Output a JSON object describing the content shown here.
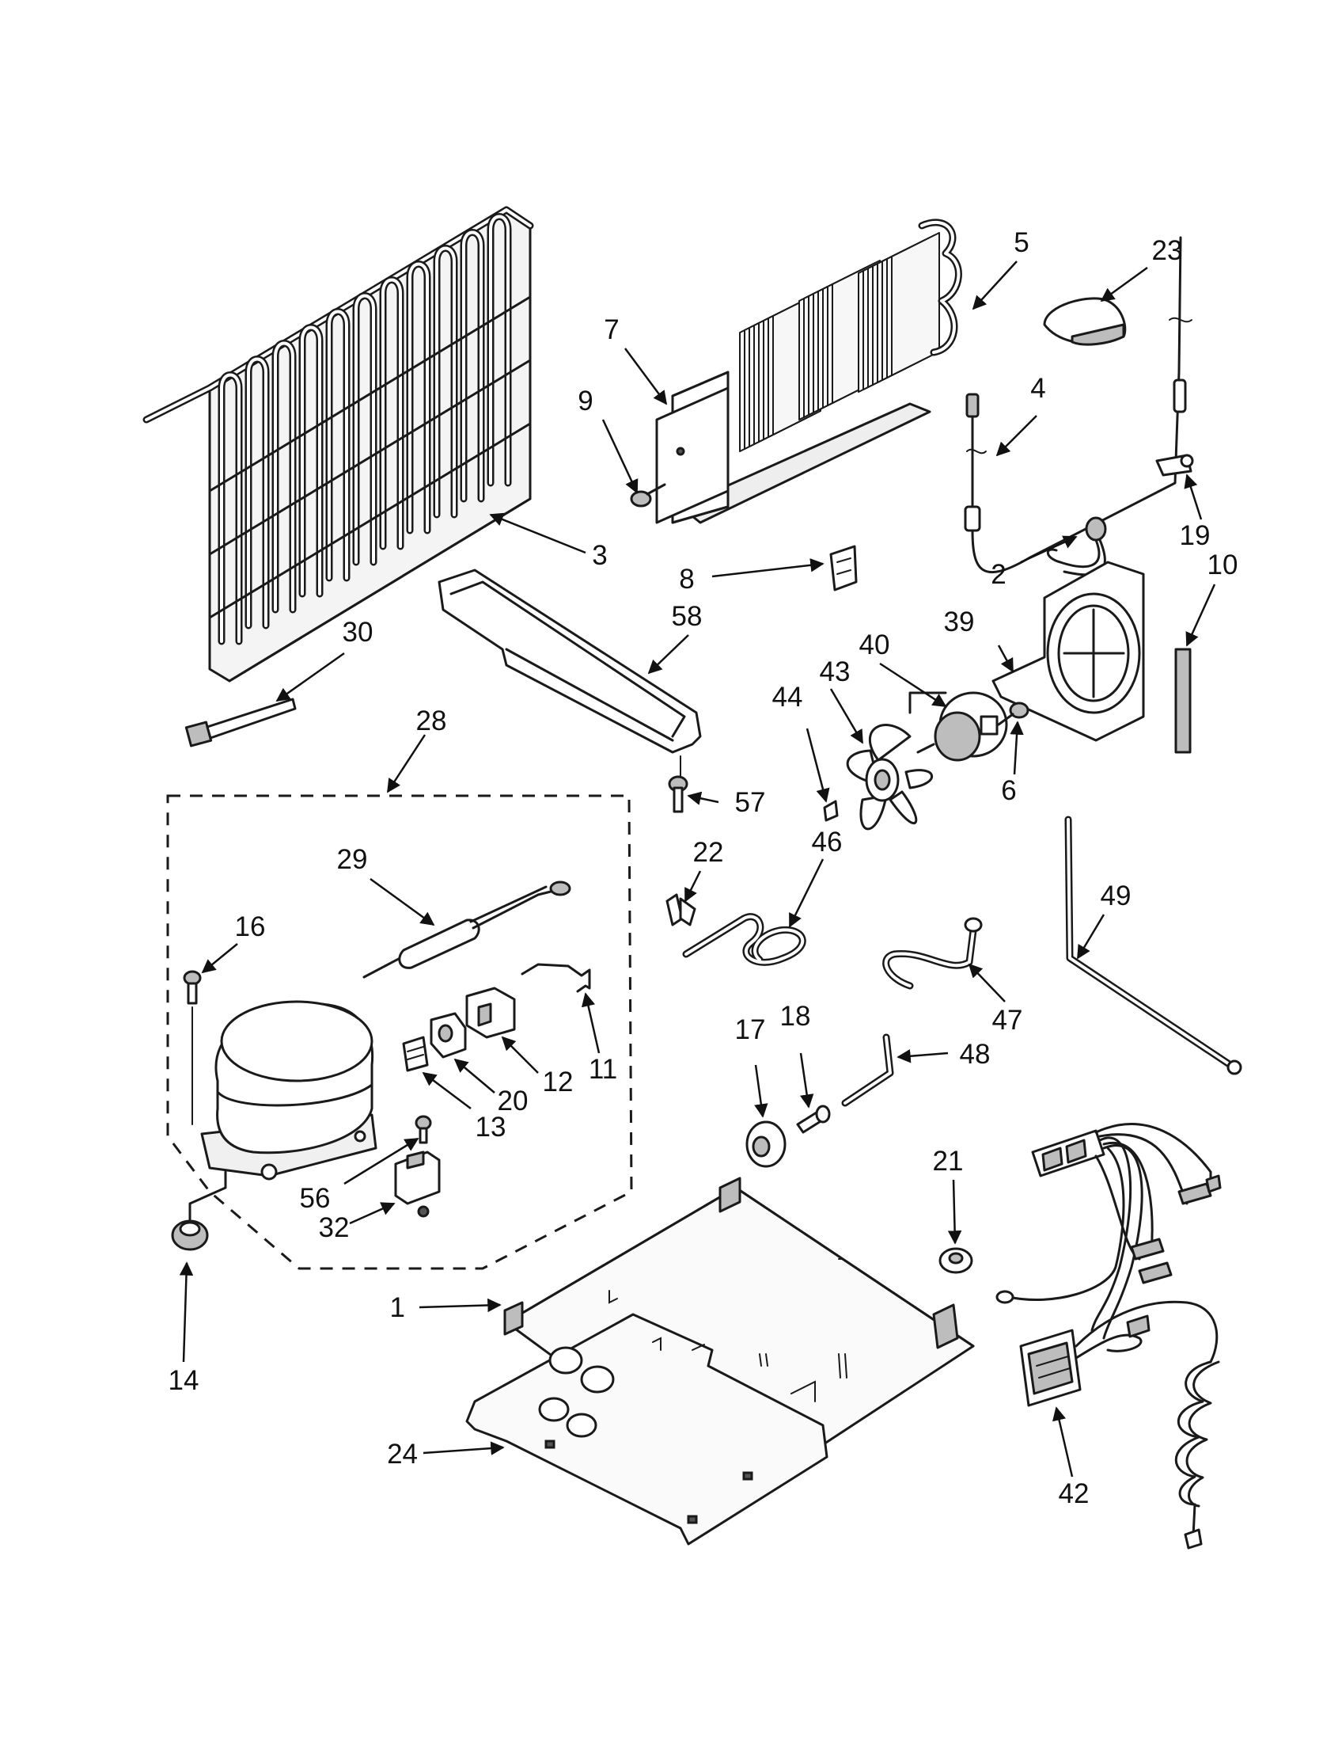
{
  "diagram": {
    "callouts": {
      "c1": "1",
      "c2": "2",
      "c3": "3",
      "c4": "4",
      "c5": "5",
      "c6": "6",
      "c7": "7",
      "c8": "8",
      "c9": "9",
      "c10": "10",
      "c11": "11",
      "c12": "12",
      "c13": "13",
      "c14": "14",
      "c16": "16",
      "c17": "17",
      "c18": "18",
      "c19": "19",
      "c20": "20",
      "c21": "21",
      "c22": "22",
      "c23": "23",
      "c24": "24",
      "c28": "28",
      "c29": "29",
      "c30": "30",
      "c32": "32",
      "c39": "39",
      "c40": "40",
      "c42": "42",
      "c43": "43",
      "c44": "44",
      "c46": "46",
      "c47": "47",
      "c48": "48",
      "c49": "49",
      "c56": "56",
      "c57": "57",
      "c58": "58"
    }
  }
}
